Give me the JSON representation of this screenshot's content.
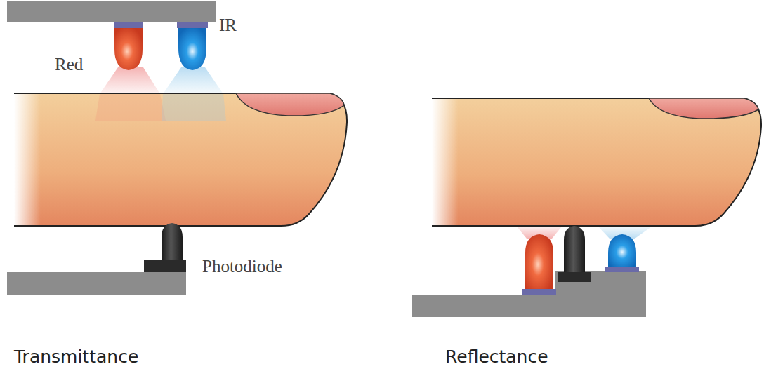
{
  "diagram": {
    "labels": [
      "Red",
      "IR",
      "Photodiode",
      "Transmittance",
      "Reflectance"
    ]
  }
}
